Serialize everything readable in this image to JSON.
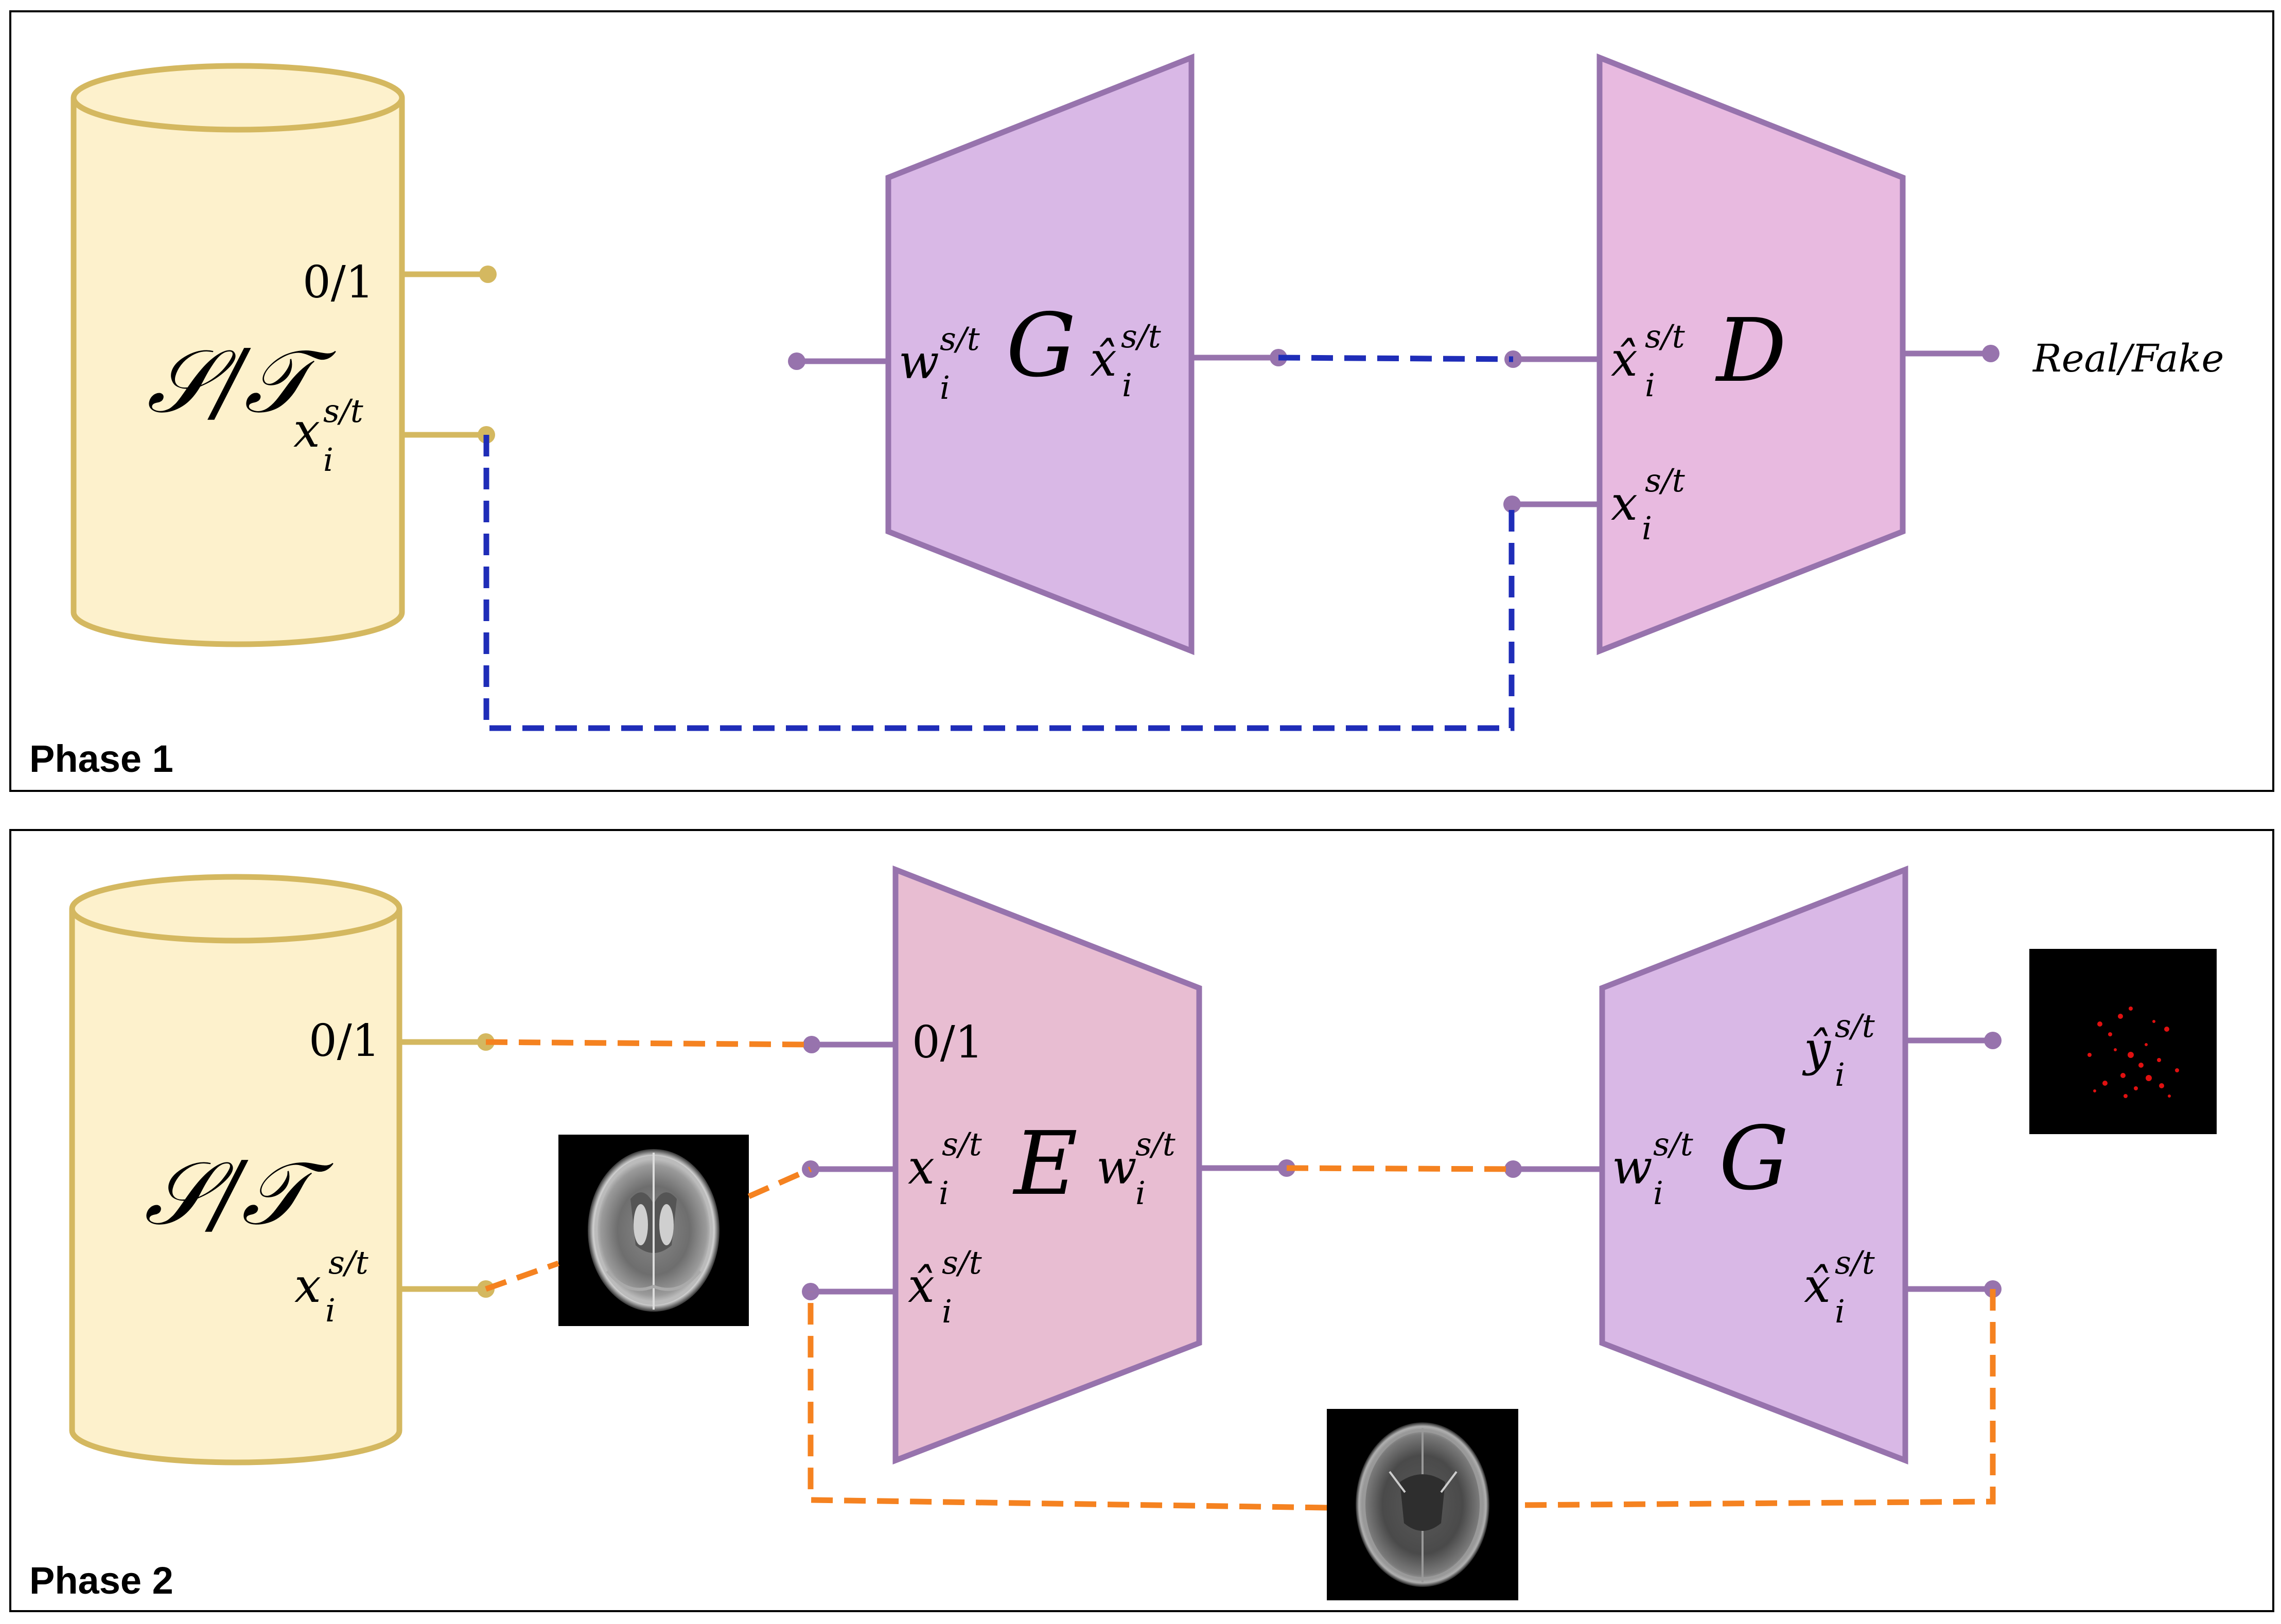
{
  "phase1": {
    "label": "Phase 1",
    "dataset": {
      "symbol": "𝒮/𝒯",
      "port_label": "0/1",
      "x_var": "x",
      "x_sub": "i",
      "x_sup": "s/t"
    },
    "generator": {
      "symbol": "G",
      "in_var": "w",
      "in_sub": "i",
      "in_sup": "s/t",
      "out_var": "x̂",
      "out_sub": "i",
      "out_sup": "s/t"
    },
    "discriminator": {
      "symbol": "D",
      "in1_var": "x̂",
      "in1_sub": "i",
      "in1_sup": "s/t",
      "in2_var": "x",
      "in2_sub": "i",
      "in2_sup": "s/t",
      "output": "Real/Fake"
    }
  },
  "phase2": {
    "label": "Phase 2",
    "dataset": {
      "symbol": "𝒮/𝒯",
      "port_label": "0/1",
      "x_var": "x",
      "x_sub": "i",
      "x_sup": "s/t"
    },
    "encoder": {
      "symbol": "E",
      "in0": "0/1",
      "in1_var": "x",
      "in1_sub": "i",
      "in1_sup": "s/t",
      "in2_var": "x̂",
      "in2_sub": "i",
      "in2_sup": "s/t",
      "out_var": "w",
      "out_sub": "i",
      "out_sup": "s/t"
    },
    "generator": {
      "symbol": "G",
      "in_var": "w",
      "in_sub": "i",
      "in_sup": "s/t",
      "out1_var": "ŷ",
      "out1_sub": "i",
      "out1_sup": "s/t",
      "out2_var": "x̂",
      "out2_sub": "i",
      "out2_sup": "s/t"
    },
    "images": [
      {
        "name": "brain-mri-input",
        "kind": "grayscale brain MRI slice"
      },
      {
        "name": "lesion-mask-output",
        "kind": "red lesion segmentation on black"
      },
      {
        "name": "brain-mri-reconstruction",
        "kind": "grayscale brain MRI slice"
      }
    ]
  },
  "colors": {
    "cylinder_fill": "#FDF1CC",
    "cylinder_stroke": "#D4B860",
    "block_stroke": "#9773AD",
    "generator_fill": "#D9B8E6",
    "discriminator_fill": "#E8BAE0",
    "encoder_fill": "#E8BDD2",
    "blue_dash": "#1F2DB8",
    "orange_dash": "#F58220"
  }
}
